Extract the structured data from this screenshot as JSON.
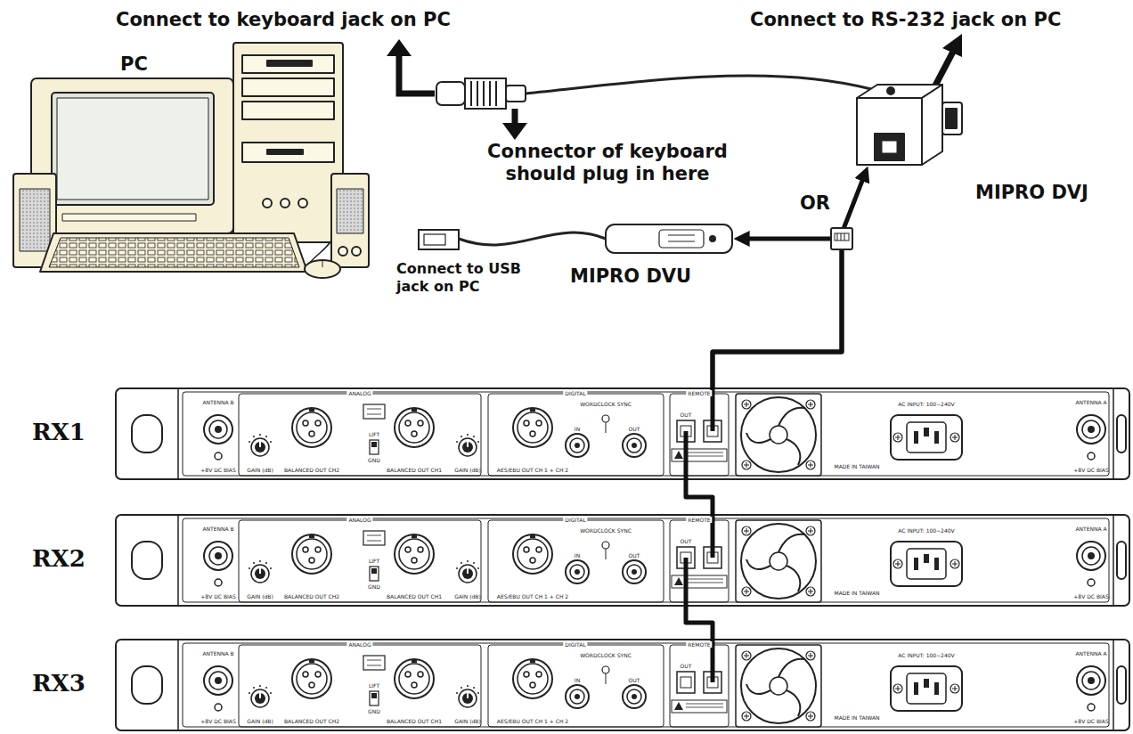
{
  "diagram": {
    "nodes": [
      {
        "text": [
          "PC"
        ]
      },
      {
        "text": [
          "MIPRO DVJ"
        ]
      },
      {
        "text": [
          "MIPRO DVU"
        ]
      },
      {
        "text": [
          "RX1"
        ]
      },
      {
        "text": [
          "RX2"
        ]
      },
      {
        "text": [
          "RX3"
        ]
      }
    ],
    "edges": [
      {
        "from": 3,
        "to": 1,
        "arrow": "to"
      },
      {
        "from": 3,
        "to": 2,
        "arrow": "to"
      },
      {
        "from": 3,
        "to": 4,
        "arrow": "none"
      },
      {
        "from": 4,
        "to": 5,
        "arrow": "none"
      }
    ],
    "labels": [
      "Connect to keyboard jack on PC",
      "Connect to RS-232 jack on PC",
      "Connector of keyboard should plug in here",
      "OR",
      "Connect to USB jack on PC",
      "ANTENNA B",
      "ANALOG",
      "LIFT",
      "GND",
      "DIGITAL",
      "WORDCLOCK SYNC",
      "IN",
      "OUT",
      "REMOTE",
      "OUT",
      "AC INPUT: 100~240V",
      "ANTENNA A",
      "+8V DC BIAS",
      "GAIN (dB)",
      "BALANCED OUT CH2",
      "BALANCED OUT CH1",
      "GAIN (dB)",
      "AES/EBU OUT CH 1 + CH 2",
      "MADE IN TAIWAN",
      "+8V DC BIAS",
      "ANTENNA B",
      "ANALOG",
      "LIFT",
      "GND",
      "DIGITAL",
      "WORDCLOCK SYNC",
      "IN",
      "OUT",
      "REMOTE",
      "OUT",
      "AC INPUT: 100~240V",
      "ANTENNA A",
      "+8V DC BIAS",
      "GAIN (dB)",
      "BALANCED OUT CH2",
      "BALANCED OUT CH1",
      "GAIN (dB)",
      "AES/EBU OUT CH 1 + CH 2",
      "MADE IN TAIWAN",
      "+8V DC BIAS",
      "ANTENNA B",
      "ANALOG",
      "LIFT",
      "GND",
      "DIGITAL",
      "WORDCLOCK SYNC",
      "IN",
      "OUT",
      "REMOTE",
      "OUT",
      "AC INPUT: 100~240V",
      "ANTENNA A",
      "+8V DC BIAS",
      "GAIN (dB)",
      "BALANCED OUT CH2",
      "BALANCED OUT CH1",
      "GAIN (dB)",
      "AES/EBU OUT CH 1 + CH 2",
      "MADE IN TAIWAN",
      "+8V DC BIAS"
    ]
  }
}
